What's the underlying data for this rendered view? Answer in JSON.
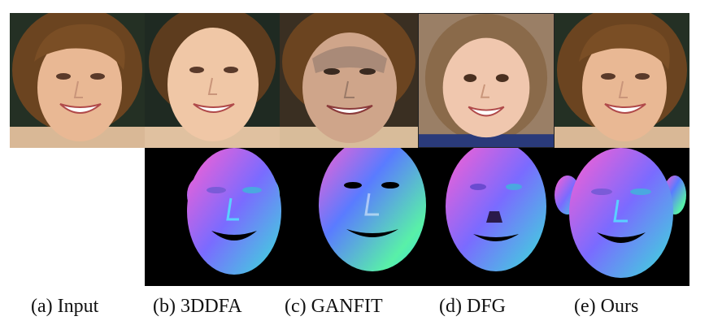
{
  "figure": {
    "columns": [
      {
        "id": "a",
        "label": "(a) Input",
        "photo": "adult-woman-smiling",
        "normal_map": null
      },
      {
        "id": "b",
        "label": "(b) 3DDFA",
        "photo": "adult-woman-smiling-reconstructed",
        "normal_map": "face-normal-map"
      },
      {
        "id": "c",
        "label": "(c) GANFIT",
        "photo": "textured-face-render",
        "normal_map": "face-normal-map"
      },
      {
        "id": "d",
        "label": "(d) DFG",
        "photo": "child-girl-smiling",
        "normal_map": "face-normal-map"
      },
      {
        "id": "e",
        "label": "(e) Ours",
        "photo": "adult-woman-smiling",
        "normal_map": "face-normal-map-with-ears"
      }
    ],
    "colors": {
      "hair": "#6b4420",
      "skin": "#e9b894",
      "background_photo": "#1f2a22",
      "normal_map_background": "#000000",
      "normal_pink": "#ff5fd0",
      "normal_blue": "#5a7bff",
      "normal_cyan": "#39e0d8",
      "normal_green": "#59f0a8"
    }
  }
}
